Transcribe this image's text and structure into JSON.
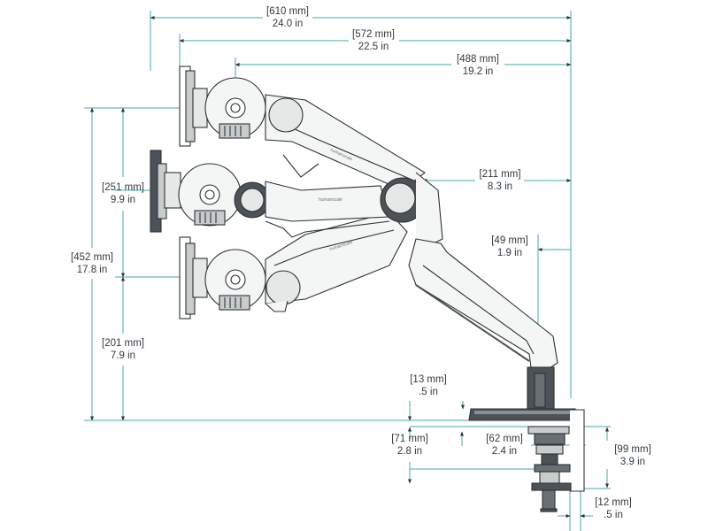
{
  "brand": {
    "name": "humanscale",
    "arm_logo": "humanscale"
  },
  "colors": {
    "dimension_line": "#4aa9a6",
    "dimension_text": "#333a40",
    "outline": "#2d3236",
    "fill_light": "#f4f5f5",
    "fill_mid": "#c9cccd",
    "fill_dark": "#4d5256"
  },
  "dimensions": {
    "overall_width": {
      "mm": "[610 mm]",
      "in": "24.0 in"
    },
    "reach_width": {
      "mm": "[572 mm]",
      "in": "22.5 in"
    },
    "inner_width": {
      "mm": "[488 mm]",
      "in": "19.2 in"
    },
    "forearm_offset": {
      "mm": "[211 mm]",
      "in": "8.3 in"
    },
    "post_offset": {
      "mm": "[49 mm]",
      "in": "1.9 in"
    },
    "height_range": {
      "mm": "[251 mm]",
      "in": "9.9 in"
    },
    "max_height": {
      "mm": "[452 mm]",
      "in": "17.8 in"
    },
    "min_height": {
      "mm": "[201 mm]",
      "in": "7.9 in"
    },
    "base_thickness": {
      "mm": "[13 mm]",
      "in": ".5 in"
    },
    "clamp_depth": {
      "mm": "[71 mm]",
      "in": "2.8 in"
    },
    "clamp_width": {
      "mm": "[62 mm]",
      "in": "2.4 in"
    },
    "desk_thickness": {
      "mm": "[99 mm]",
      "in": "3.9 in"
    },
    "clamp_plate": {
      "mm": "[12 mm]",
      "in": ".5 in"
    }
  }
}
